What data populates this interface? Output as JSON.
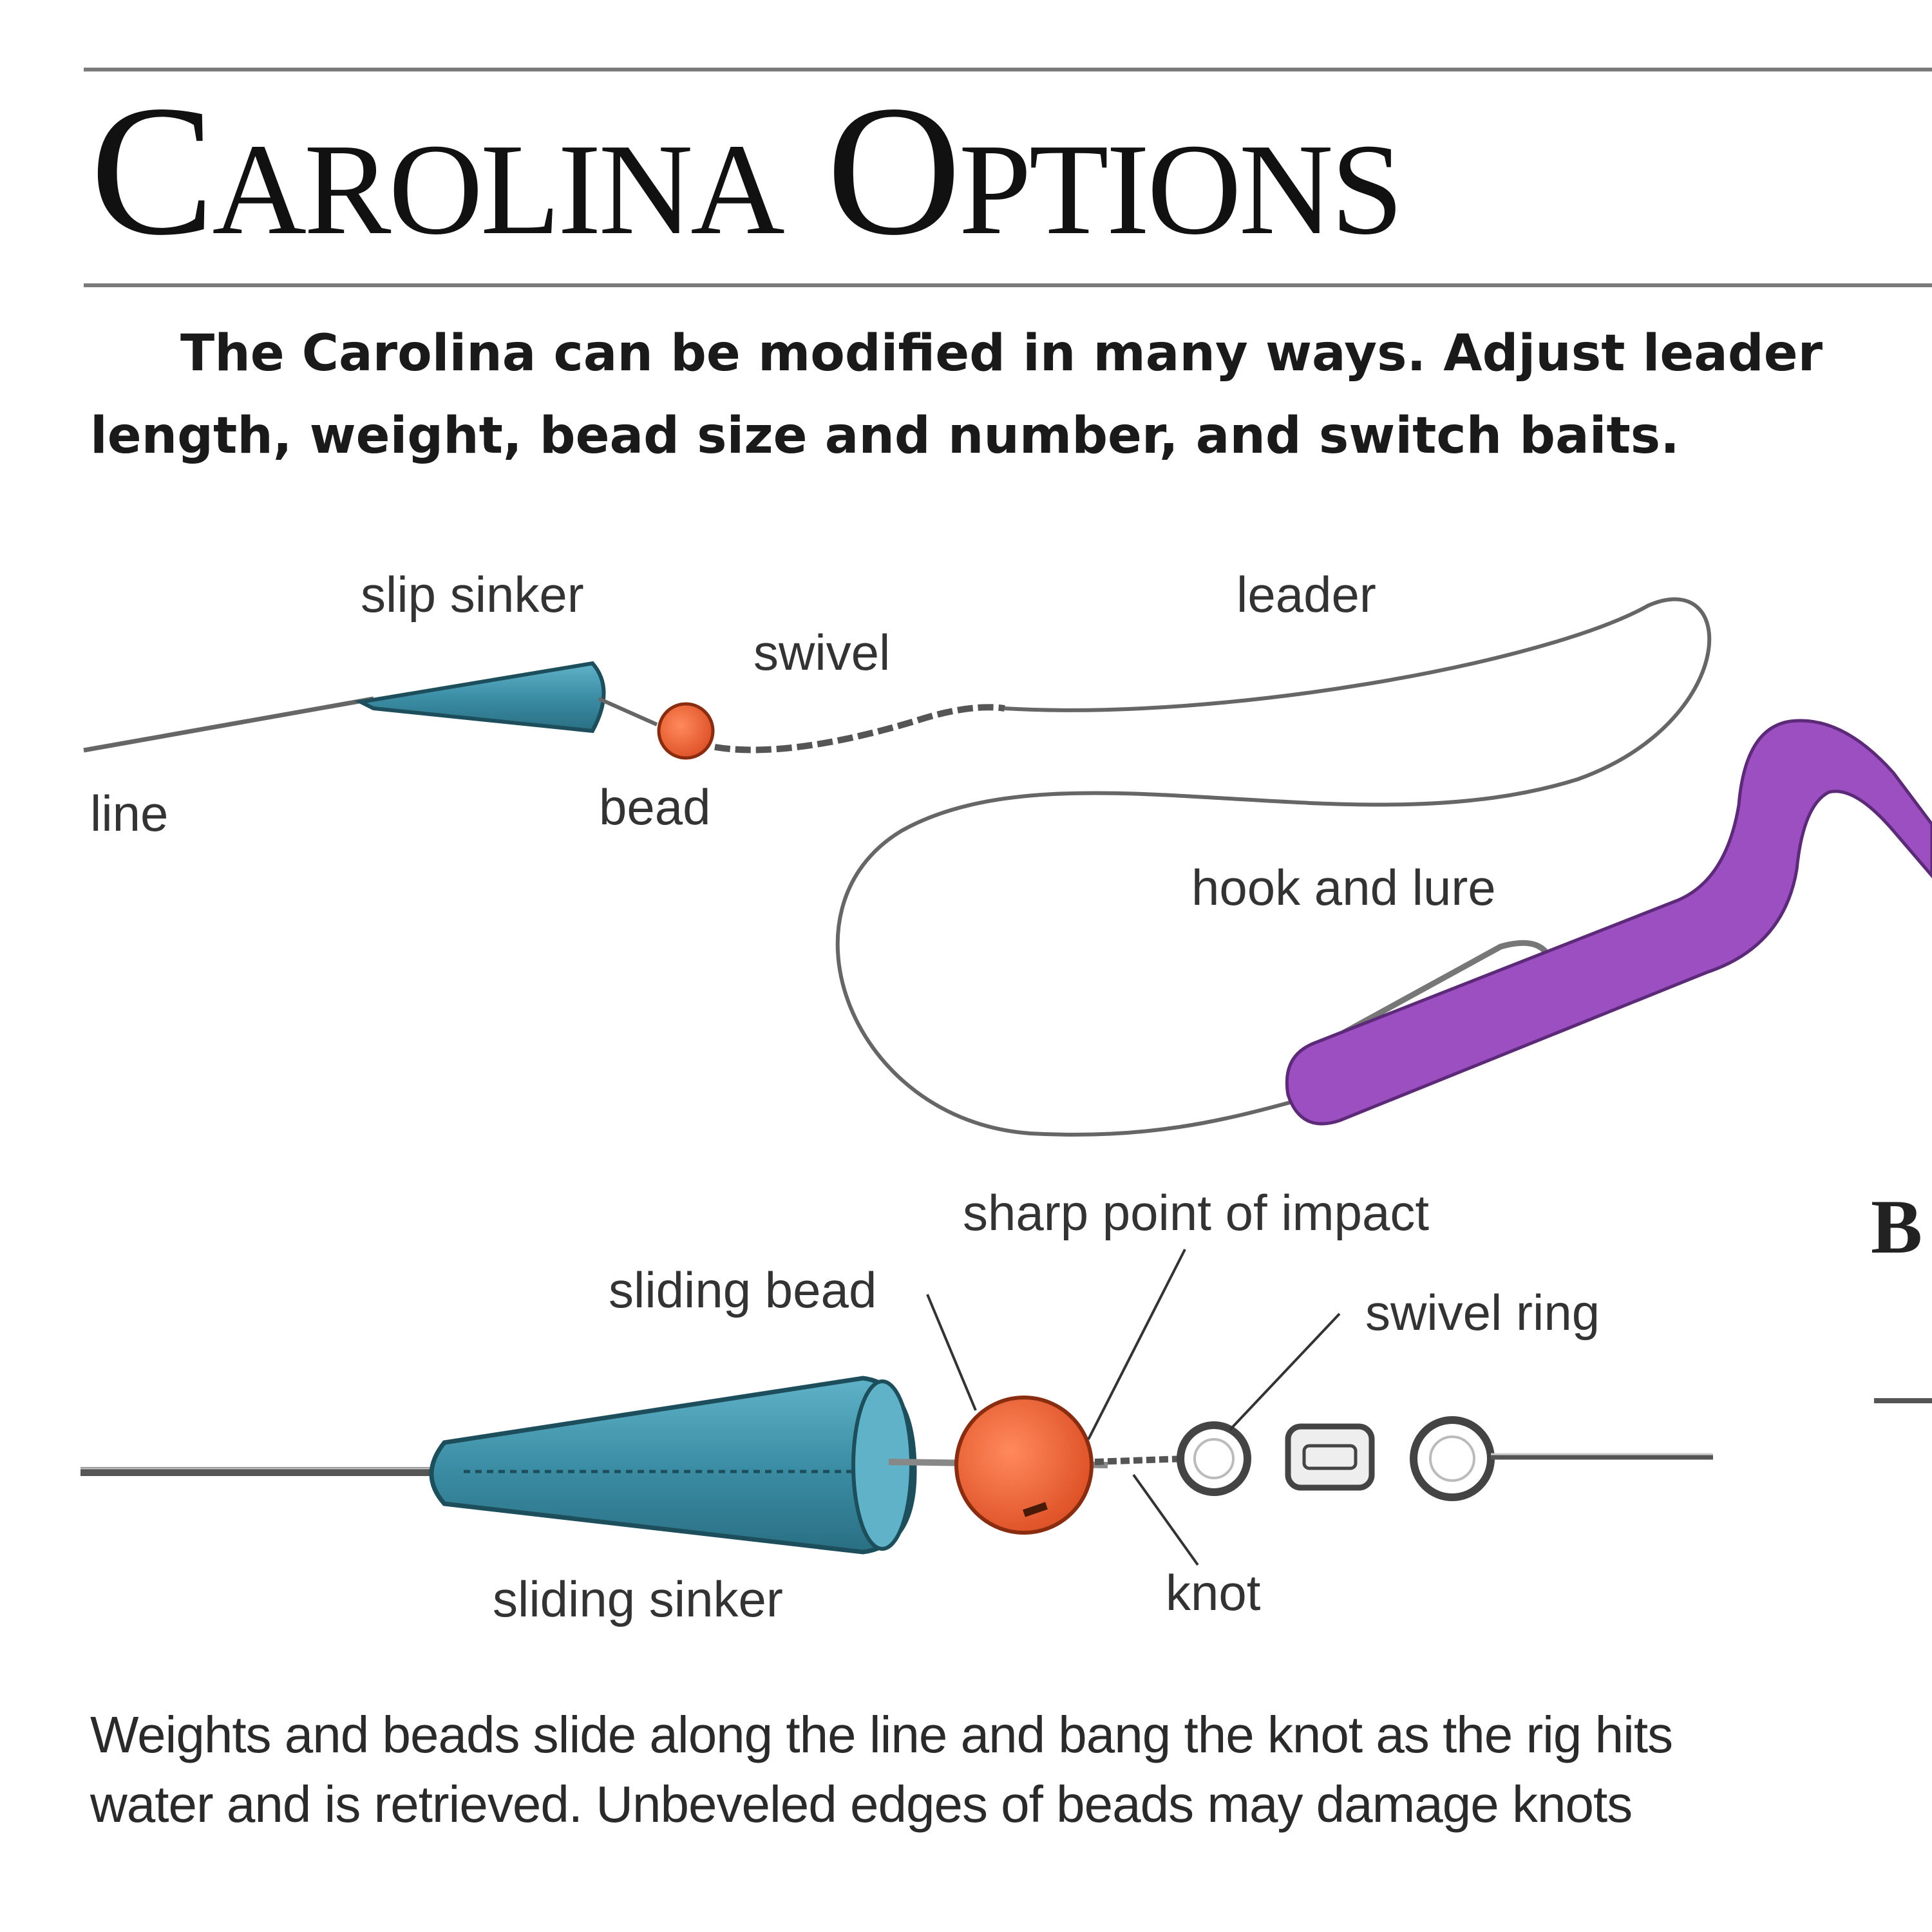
{
  "title": "Carolina Options",
  "intro": {
    "line1": "The Carolina can be modified in many ways.  Adjust leader",
    "line2": "length, weight, bead size and number, and switch baits."
  },
  "diagram1": {
    "labels": {
      "slip_sinker": "slip sinker",
      "swivel": "swivel",
      "leader": "leader",
      "line": "line",
      "bead": "bead",
      "hook_and_lure": "hook and lure"
    }
  },
  "diagram2": {
    "labels": {
      "sharp_point": "sharp point of impact",
      "sliding_bead": "sliding bead",
      "swivel_ring": "swivel ring",
      "sliding_sinker": "sliding sinker",
      "knot": "knot"
    }
  },
  "side_fragment": "B",
  "caption": {
    "line1": "Weights and beads slide along the line and bang the knot as the rig hits",
    "line2": "water and is retrieved.  Unbeveled edges of beads may damage knots"
  },
  "colors": {
    "sinker": "#3b8ea5",
    "bead": "#f26a3d",
    "lure": "#9b4fc0",
    "line": "#666666"
  }
}
